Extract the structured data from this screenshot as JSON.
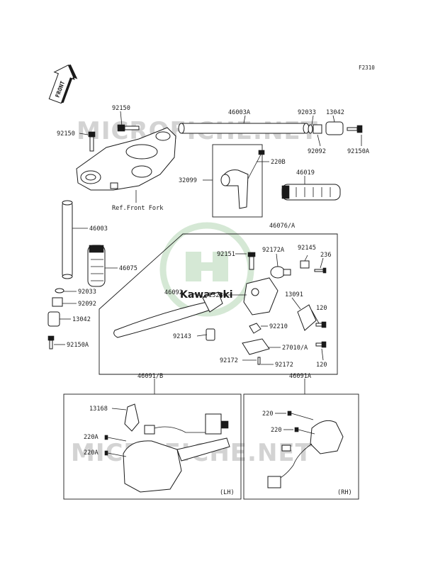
{
  "figure_code": "F2310",
  "front_label": "FRONT",
  "ref_label": "Ref.Front Fork",
  "watermark": "MICROFICHE.NET",
  "brand": "Kawasaki",
  "labels": {
    "p92150_a": "92150",
    "p92150_b": "92150",
    "p46003A": "46003A",
    "p92033_top": "92033",
    "p13042_top": "13042",
    "p92092_top": "92092",
    "p92150A_top": "92150A",
    "p220B": "220B",
    "p32099": "32099",
    "p46019": "46019",
    "p46003": "46003",
    "p46075": "46075",
    "p92033_l": "92033",
    "p92092_l": "92092",
    "p13042_l": "13042",
    "p92150A_l": "92150A",
    "p46076A": "46076/A",
    "p92151": "92151",
    "p92172A": "92172A",
    "p92145": "92145",
    "p236": "236",
    "p46092": "46092",
    "p13280": "13280",
    "p13091": "13091",
    "p120_a": "120",
    "p92210": "92210",
    "p92143": "92143",
    "p27010A": "27010/A",
    "p92172_a": "92172",
    "p92172_b": "92172",
    "p120_b": "120",
    "p46091B": "46091/B",
    "p46091A": "46091A",
    "p13168": "13168",
    "p220A_a": "220A",
    "p220A_b": "220A",
    "p220_a": "220",
    "p220_b": "220",
    "lh": "(LH)",
    "rh": "(RH)"
  }
}
